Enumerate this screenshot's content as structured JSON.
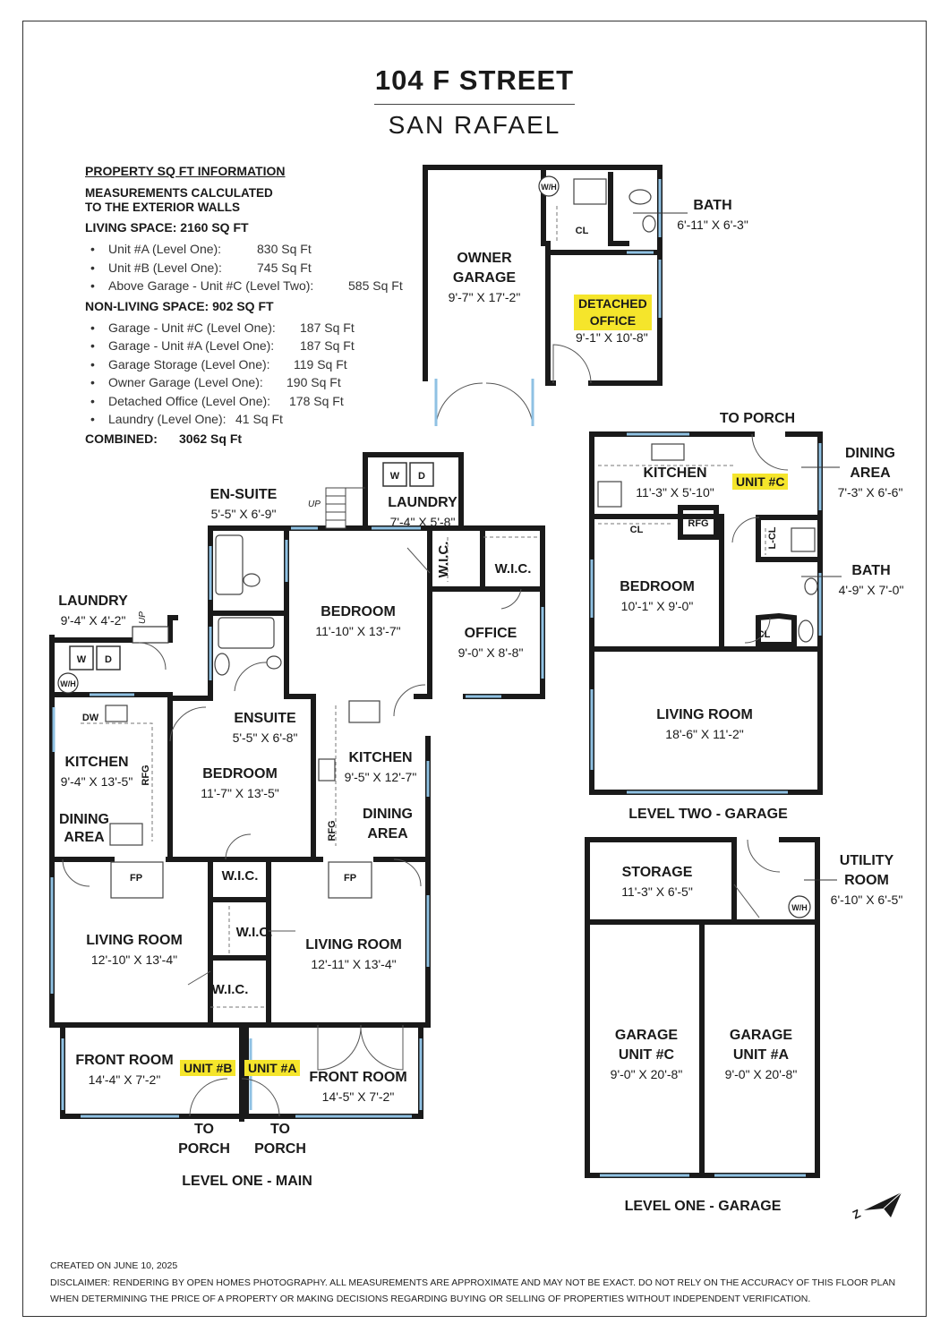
{
  "header": {
    "title": "104 F STREET",
    "subtitle": "SAN RAFAEL"
  },
  "info": {
    "heading": "PROPERTY SQ FT INFORMATION",
    "measure_note": [
      "MEASUREMENTS CALCULATED",
      "TO THE EXTERIOR WALLS"
    ],
    "living_heading": "LIVING SPACE: 2160 SQ FT",
    "living": [
      {
        "label": "Unit #A (Level One):",
        "value": "830 Sq Ft"
      },
      {
        "label": "Unit #B (Level One):",
        "value": "745 Sq Ft"
      },
      {
        "label": "Above Garage - Unit #C (Level Two):",
        "value": "585 Sq Ft"
      }
    ],
    "nonliving_heading": "NON-LIVING SPACE: 902 SQ FT",
    "nonliving": [
      {
        "label": "Garage - Unit #C (Level One):",
        "value": "187 Sq Ft"
      },
      {
        "label": "Garage - Unit #A (Level One):",
        "value": "187 Sq Ft"
      },
      {
        "label": "Garage Storage (Level One):",
        "value": "119 Sq Ft"
      },
      {
        "label": "Owner Garage (Level One):",
        "value": "190 Sq Ft"
      },
      {
        "label": "Detached Office (Level One):",
        "value": "178 Sq Ft"
      },
      {
        "label": "Laundry (Level One):",
        "value": "41 Sq Ft"
      }
    ],
    "combined_label": "COMBINED:",
    "combined_value": "3062  Sq Ft"
  },
  "units": {
    "b": "UNIT #B",
    "a": "UNIT #A",
    "c": "UNIT #C"
  },
  "detached": {
    "label1": "DETACHED",
    "label2": "OFFICE",
    "dim": "9'-1\" X 10'-8\""
  },
  "rooms": [
    {
      "id": "owner-garage",
      "lines": [
        "OWNER",
        "GARAGE"
      ],
      "dim": "9'-7\" X 17'-2\""
    },
    {
      "id": "bath-detached",
      "lines": [
        "BATH"
      ],
      "dim": "6'-11\" X 6'-3\""
    },
    {
      "id": "en-suite",
      "lines": [
        "EN-SUITE"
      ],
      "dim": "5'-5\" X 6'-9\""
    },
    {
      "id": "laundry-upper",
      "lines": [
        "LAUNDRY"
      ],
      "dim": "7'-4\" X 5'-8\""
    },
    {
      "id": "bedroom-a",
      "lines": [
        "BEDROOM"
      ],
      "dim": "11'-10\" X 13'-7\""
    },
    {
      "id": "office",
      "lines": [
        "OFFICE"
      ],
      "dim": "9'-0\" X 8'-8\""
    },
    {
      "id": "laundry-b",
      "lines": [
        "LAUNDRY"
      ],
      "dim": "9'-4\" X 4'-2\""
    },
    {
      "id": "ensuite-b",
      "lines": [
        "ENSUITE"
      ],
      "dim": "5'-5\" X 6'-8\""
    },
    {
      "id": "kitchen-b",
      "lines": [
        "KITCHEN"
      ],
      "dim": "9'-4\" X 13'-5\""
    },
    {
      "id": "bedroom-b",
      "lines": [
        "BEDROOM"
      ],
      "dim": "11'-7\" X 13'-5\""
    },
    {
      "id": "kitchen-a",
      "lines": [
        "KITCHEN"
      ],
      "dim": "9'-5\" X 12'-7\""
    },
    {
      "id": "living-b",
      "lines": [
        "LIVING ROOM"
      ],
      "dim": "12'-10\" X 13'-4\""
    },
    {
      "id": "living-a",
      "lines": [
        "LIVING ROOM"
      ],
      "dim": "12'-11\" X 13'-4\""
    },
    {
      "id": "front-b",
      "lines": [
        "FRONT ROOM"
      ],
      "dim": "14'-4\" X 7'-2\""
    },
    {
      "id": "front-a",
      "lines": [
        "FRONT ROOM"
      ],
      "dim": "14'-5\" X 7'-2\""
    },
    {
      "id": "kitchen-c",
      "lines": [
        "KITCHEN"
      ],
      "dim": "11'-3\" X 5'-10\""
    },
    {
      "id": "dining-c",
      "lines": [
        "DINING",
        "AREA"
      ],
      "dim": "7'-3\" X 6'-6\""
    },
    {
      "id": "bedroom-c",
      "lines": [
        "BEDROOM"
      ],
      "dim": "10'-1\" X 9'-0\""
    },
    {
      "id": "bath-c",
      "lines": [
        "BATH"
      ],
      "dim": "4'-9\" X 7'-0\""
    },
    {
      "id": "living-c",
      "lines": [
        "LIVING ROOM"
      ],
      "dim": "18'-6\" X 11'-2\""
    },
    {
      "id": "storage",
      "lines": [
        "STORAGE"
      ],
      "dim": "11'-3\" X 6'-5\""
    },
    {
      "id": "utility",
      "lines": [
        "UTILITY",
        "ROOM"
      ],
      "dim": "6'-10\" X 6'-5\""
    },
    {
      "id": "garage-c",
      "lines": [
        "GARAGE",
        "UNIT #C"
      ],
      "dim": "9'-0\" X 20'-8\""
    },
    {
      "id": "garage-a",
      "lines": [
        "GARAGE",
        "UNIT #A"
      ],
      "dim": "9'-0\" X 20'-8\""
    }
  ],
  "labels": {
    "dining_b": [
      "DINING",
      "AREA"
    ],
    "dining_a": [
      "DINING",
      "AREA"
    ],
    "to_porch": "TO PORCH",
    "to_porch_lines": [
      "TO",
      "PORCH"
    ],
    "wic": "W.I.C.",
    "cl": "CL",
    "lcl": "L-CL",
    "rfg": "RFG",
    "dw": "DW",
    "fp": "FP",
    "wh": "W/H",
    "w": "W",
    "d": "D",
    "up": "UP"
  },
  "levels": {
    "one_main": "LEVEL ONE - MAIN",
    "two_garage": "LEVEL TWO - GARAGE",
    "one_garage": "LEVEL ONE - GARAGE"
  },
  "footer": {
    "created": "CREATED ON JUNE 10, 2025",
    "disclaimer1": "DISCLAIMER: RENDERING BY OPEN HOMES PHOTOGRAPHY. ALL MEASUREMENTS ARE APPROXIMATE AND MAY NOT BE EXACT. DO NOT RELY ON THE ACCURACY OF THIS FLOOR PLAN",
    "disclaimer2": "WHEN DETERMINING THE PRICE OF A PROPERTY OR MAKING DECISIONS REGARDING BUYING OR SELLING OF PROPERTIES WITHOUT INDEPENDENT VERIFICATION."
  },
  "colors": {
    "wall": "#1a1a1a",
    "window": "#8fc1e3",
    "highlight": "#f5e52b"
  }
}
